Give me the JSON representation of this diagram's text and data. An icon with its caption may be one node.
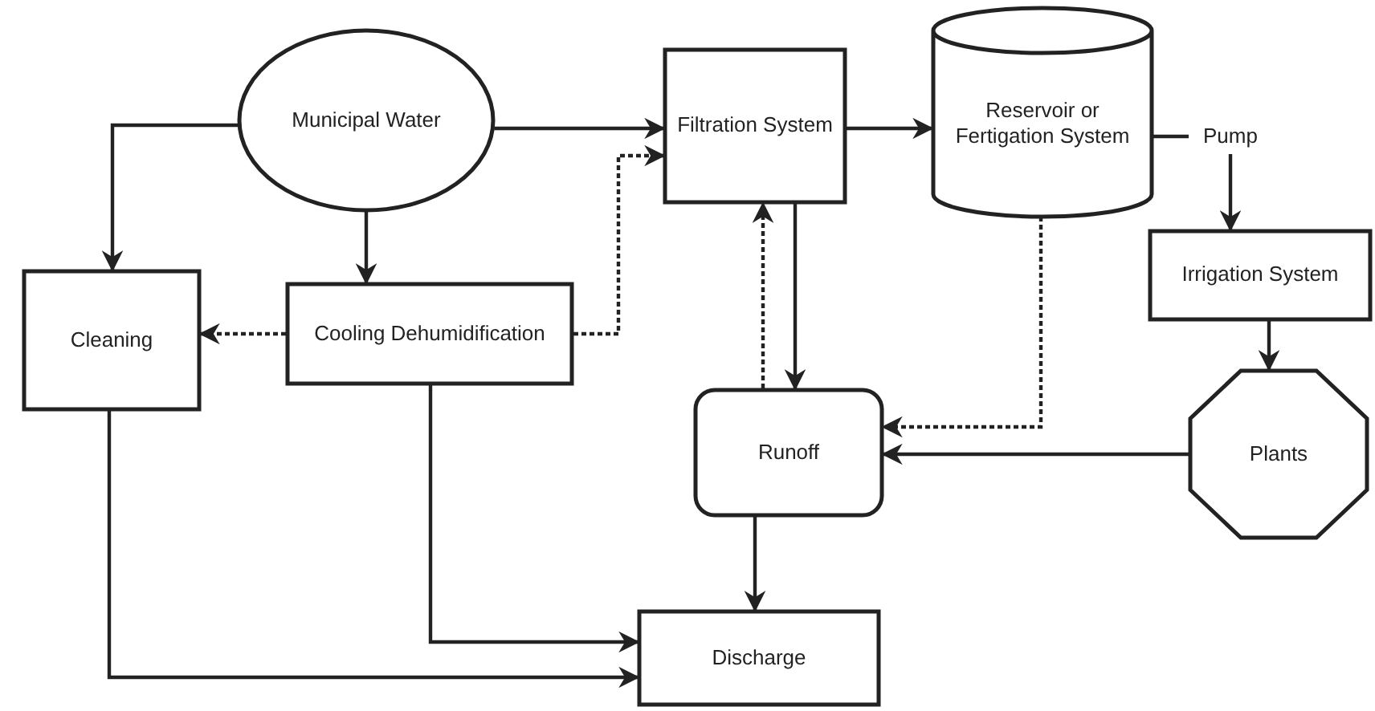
{
  "diagram": {
    "nodes": [
      {
        "text": [
          "Municipal Water"
        ]
      },
      {
        "text": [
          "Filtration System"
        ]
      },
      {
        "text": [
          "Reservoir or Fertigation System"
        ]
      },
      {
        "text": [
          "Pump"
        ]
      },
      {
        "text": [
          "Cleaning"
        ]
      },
      {
        "text": [
          "Cooling Dehumidification"
        ]
      },
      {
        "text": [
          "Irrigation System"
        ]
      },
      {
        "text": [
          "Runoff"
        ]
      },
      {
        "text": [
          "Plants"
        ]
      },
      {
        "text": [
          "Discharge"
        ]
      }
    ],
    "edges": [
      {
        "from": 0,
        "to": 1,
        "arrow": "to"
      },
      {
        "from": 0,
        "to": 4,
        "arrow": "to"
      },
      {
        "from": 0,
        "to": 5,
        "arrow": "to"
      },
      {
        "from": 5,
        "to": 4,
        "arrow": "to",
        "style": "dashed"
      },
      {
        "from": 5,
        "to": 1,
        "arrow": "to",
        "style": "dashed"
      },
      {
        "from": 1,
        "to": 2,
        "arrow": "to"
      },
      {
        "from": 2,
        "to": 3,
        "arrow": "none"
      },
      {
        "from": 3,
        "to": 6,
        "arrow": "to"
      },
      {
        "from": 6,
        "to": 8,
        "arrow": "to"
      },
      {
        "from": 8,
        "to": 7,
        "arrow": "to"
      },
      {
        "from": 2,
        "to": 7,
        "arrow": "to",
        "style": "dashed"
      },
      {
        "from": 7,
        "to": 1,
        "arrow": "to",
        "style": "dashed"
      },
      {
        "from": 1,
        "to": 7,
        "arrow": "to"
      },
      {
        "from": 7,
        "to": 9,
        "arrow": "to"
      },
      {
        "from": 5,
        "to": 9,
        "arrow": "to"
      },
      {
        "from": 4,
        "to": 9,
        "arrow": "to"
      }
    ]
  }
}
